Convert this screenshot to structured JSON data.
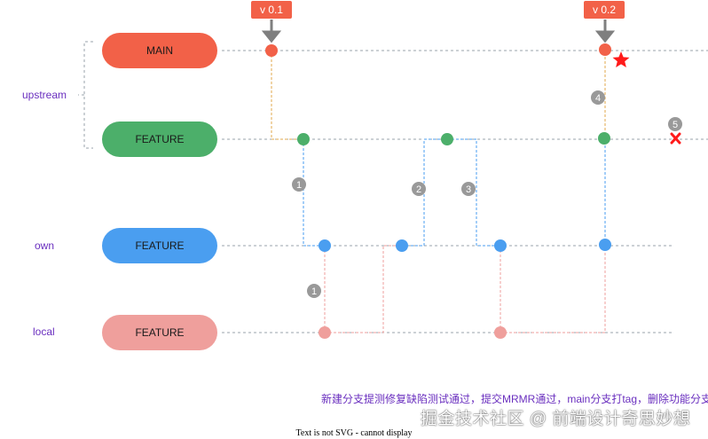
{
  "pills": {
    "main": {
      "label": "MAIN",
      "color": "#f26148"
    },
    "upstream_feature": {
      "label": "FEATURE",
      "color": "#4caf6a"
    },
    "own_feature": {
      "label": "FEATURE",
      "color": "#4a9ef0"
    },
    "local_feature": {
      "label": "FEATURE",
      "color": "#ef9f9c"
    }
  },
  "side_labels": {
    "upstream": "upstream",
    "own": "own",
    "local": "local"
  },
  "tags": {
    "v1": "v 0.1",
    "v2": "v 0.2"
  },
  "steps": [
    "1",
    "2",
    "3",
    "4",
    "5",
    "1"
  ],
  "note": "新建分支提测修复缺陷测试通过，提交MRMR通过，main分支打tag，删除功能分支",
  "watermark": "掘金技术社区 @ 前端设计奇思妙想",
  "footer": "Text is not SVG - cannot display",
  "colors": {
    "main": "#f26148",
    "upstream": "#4caf6a",
    "own": "#4a9ef0",
    "local": "#ef9f9c",
    "step_badge": "#999999",
    "star": "#ff1a1a",
    "label_purple": "#6a2fbf",
    "guide": "#9aa3ab",
    "merge_line": "#e0a84c"
  }
}
